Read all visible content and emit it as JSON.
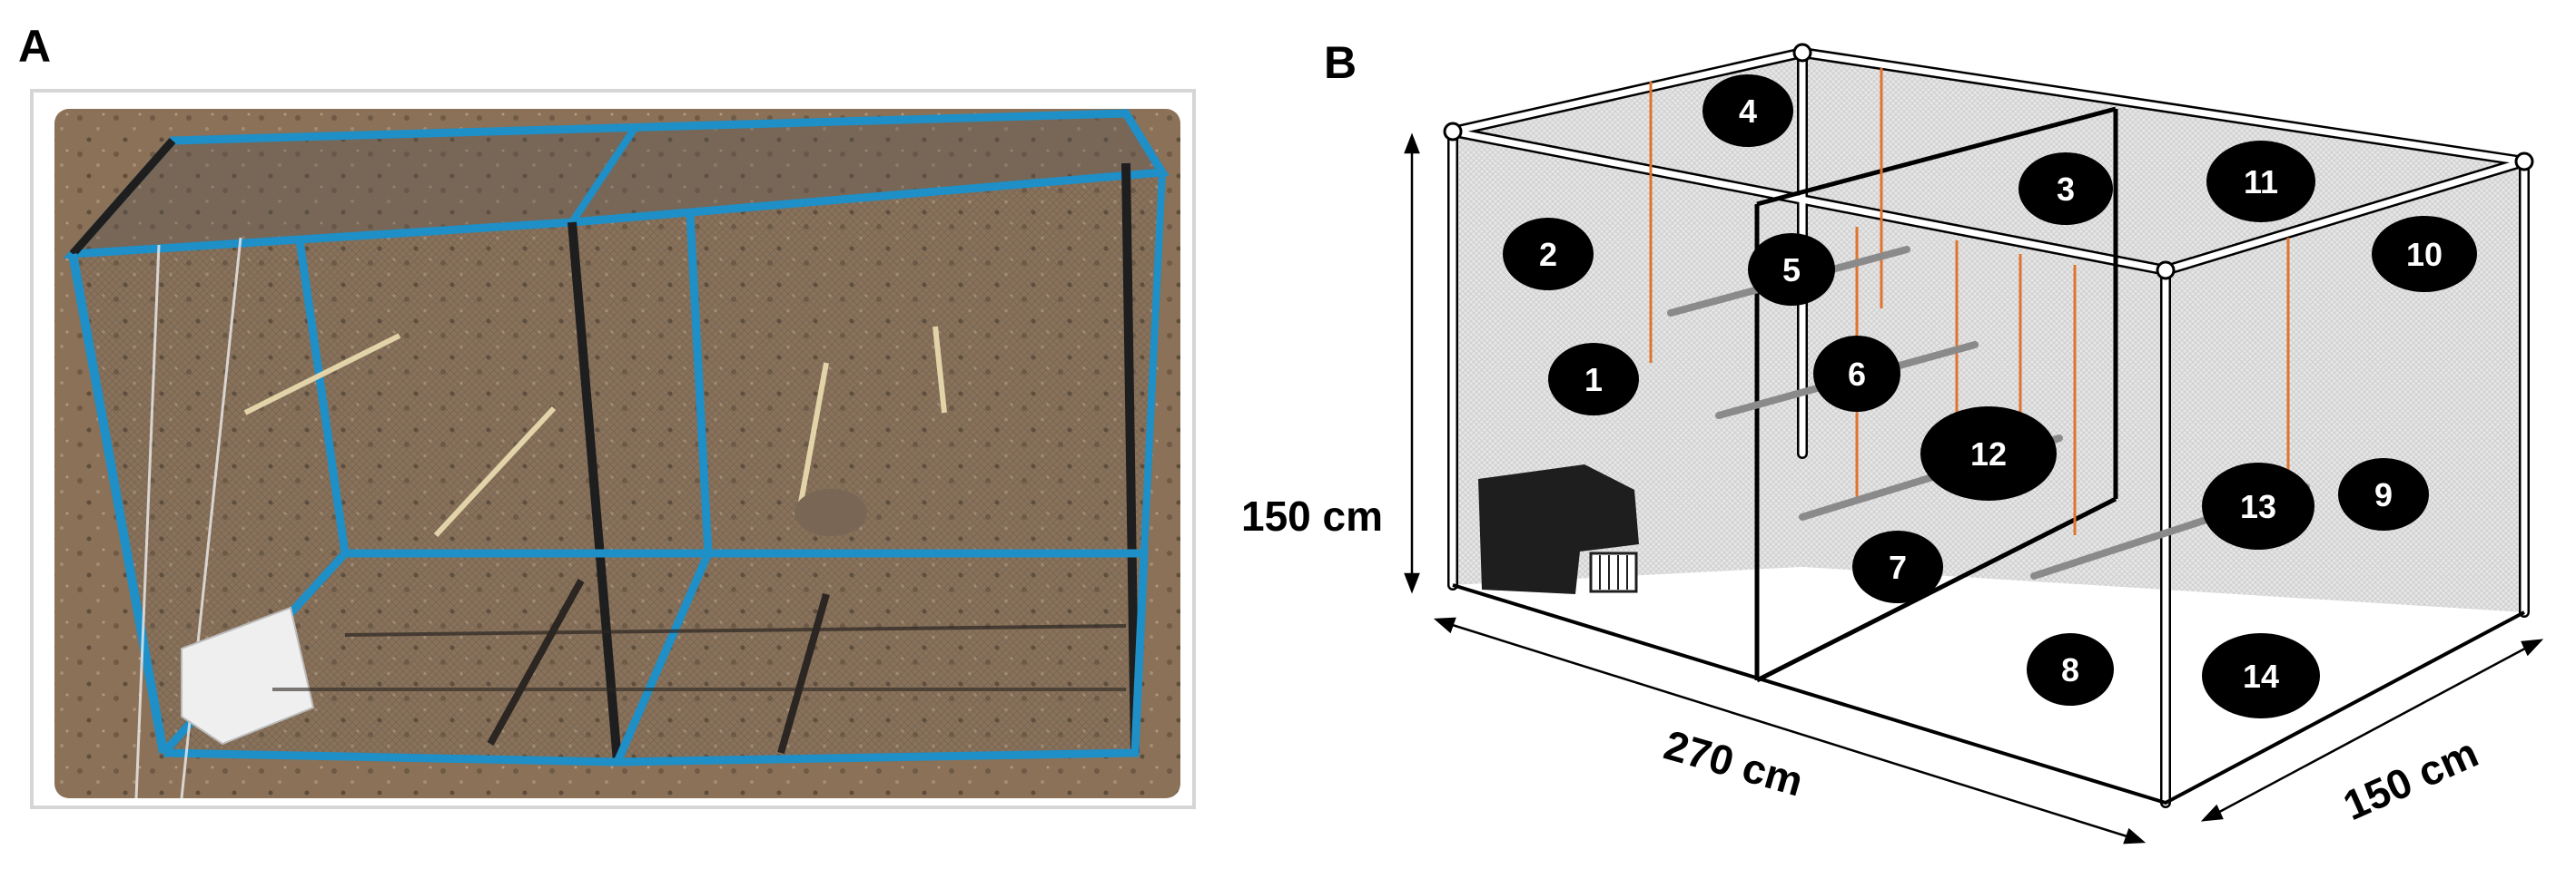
{
  "panels": {
    "a": {
      "letter": "A"
    },
    "b": {
      "letter": "B"
    }
  },
  "dimensions": {
    "height": "150 cm",
    "length": "270 cm",
    "depth": "150 cm"
  },
  "markers": [
    "1",
    "2",
    "3",
    "4",
    "5",
    "6",
    "7",
    "8",
    "9",
    "10",
    "11",
    "12",
    "13",
    "14"
  ]
}
